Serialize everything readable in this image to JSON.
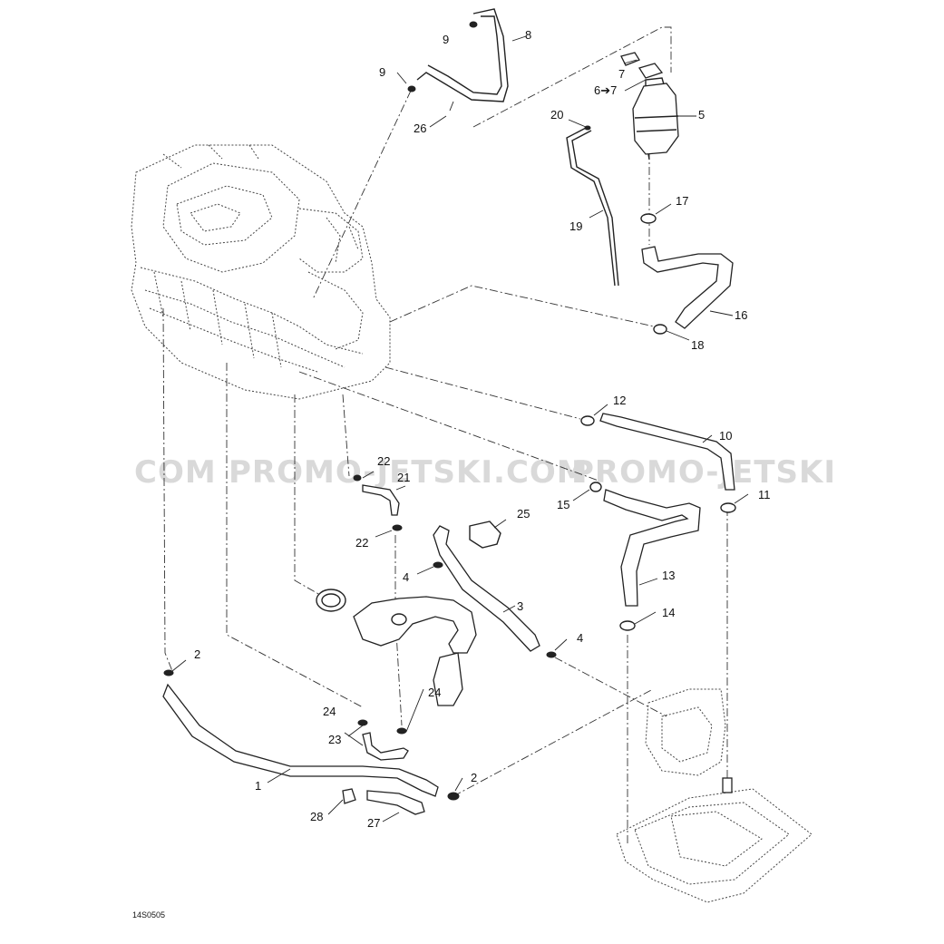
{
  "watermark": {
    "left": "COM",
    "middle": "PROMO-JETSKI.COM",
    "right": "PROMO-JETSKI"
  },
  "reference_code": "14S0505",
  "callouts": [
    {
      "id": "c1",
      "text": "1"
    },
    {
      "id": "c2a",
      "text": "2"
    },
    {
      "id": "c2b",
      "text": "2"
    },
    {
      "id": "c3",
      "text": "3"
    },
    {
      "id": "c4a",
      "text": "4"
    },
    {
      "id": "c4b",
      "text": "4"
    },
    {
      "id": "c5",
      "text": "5"
    },
    {
      "id": "c6",
      "text": "6➔7"
    },
    {
      "id": "c7",
      "text": "7"
    },
    {
      "id": "c8",
      "text": "8"
    },
    {
      "id": "c9a",
      "text": "9"
    },
    {
      "id": "c9b",
      "text": "9"
    },
    {
      "id": "c10",
      "text": "10"
    },
    {
      "id": "c11",
      "text": "11"
    },
    {
      "id": "c12",
      "text": "12"
    },
    {
      "id": "c13",
      "text": "13"
    },
    {
      "id": "c14",
      "text": "14"
    },
    {
      "id": "c15",
      "text": "15"
    },
    {
      "id": "c16",
      "text": "16"
    },
    {
      "id": "c17",
      "text": "17"
    },
    {
      "id": "c18",
      "text": "18"
    },
    {
      "id": "c19",
      "text": "19"
    },
    {
      "id": "c20",
      "text": "20"
    },
    {
      "id": "c21",
      "text": "21"
    },
    {
      "id": "c22a",
      "text": "22"
    },
    {
      "id": "c22b",
      "text": "22"
    },
    {
      "id": "c23",
      "text": "23"
    },
    {
      "id": "c24a",
      "text": "24"
    },
    {
      "id": "c24b",
      "text": "24"
    },
    {
      "id": "c25",
      "text": "25"
    },
    {
      "id": "c26",
      "text": "26"
    },
    {
      "id": "c27",
      "text": "27"
    },
    {
      "id": "c28",
      "text": "28"
    }
  ]
}
